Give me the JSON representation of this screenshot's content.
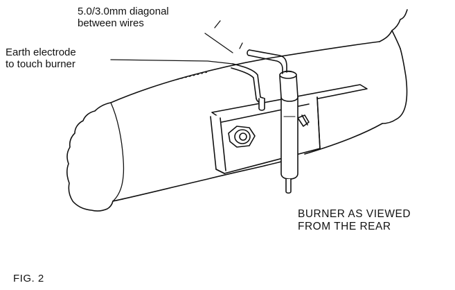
{
  "labels": {
    "diagonal": [
      "5.0/3.0mm diagonal",
      "between wires"
    ],
    "earth": [
      "Earth electrode",
      "to touch burner"
    ],
    "view": [
      "BURNER AS VIEWED",
      "FROM THE REAR"
    ],
    "figure": "FIG. 2"
  },
  "colors": {
    "ink": "#111111",
    "paper": "#ffffff"
  }
}
